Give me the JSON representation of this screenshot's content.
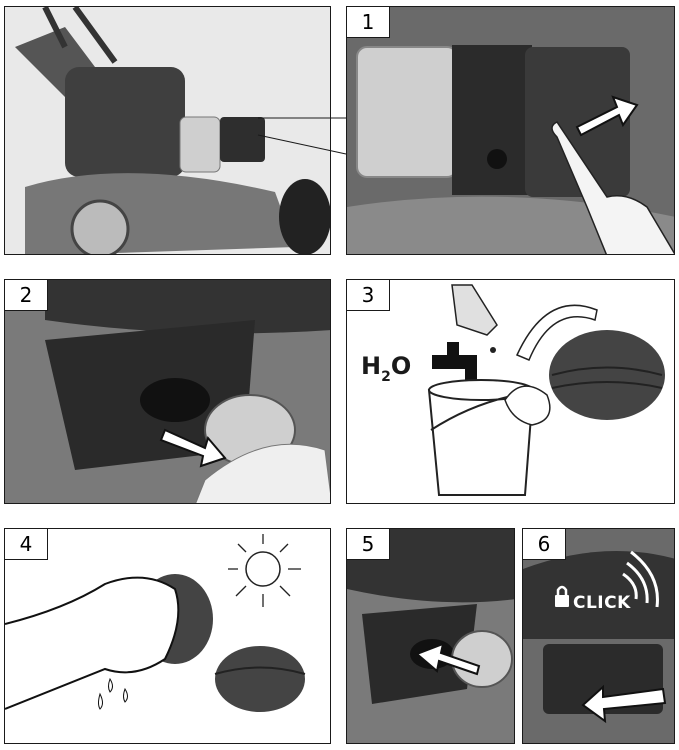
{
  "steps": [
    {
      "number": "1"
    },
    {
      "number": "2"
    },
    {
      "number": "3",
      "formula_main": "H",
      "formula_sub": "2",
      "formula_tail": "O"
    },
    {
      "number": "4"
    },
    {
      "number": "5"
    },
    {
      "number": "6",
      "click_label": "CLICK"
    }
  ],
  "icons": [
    "lock-icon",
    "sound-waves-icon",
    "water-tap-icon",
    "sun-icon",
    "drops-icon",
    "bucket-icon",
    "bottle-icon",
    "cloth-icon"
  ],
  "colors": {
    "frame": "#1a1a1a",
    "arrow_fill": "#ffffff",
    "photo_dark": "#5a5a5a"
  }
}
